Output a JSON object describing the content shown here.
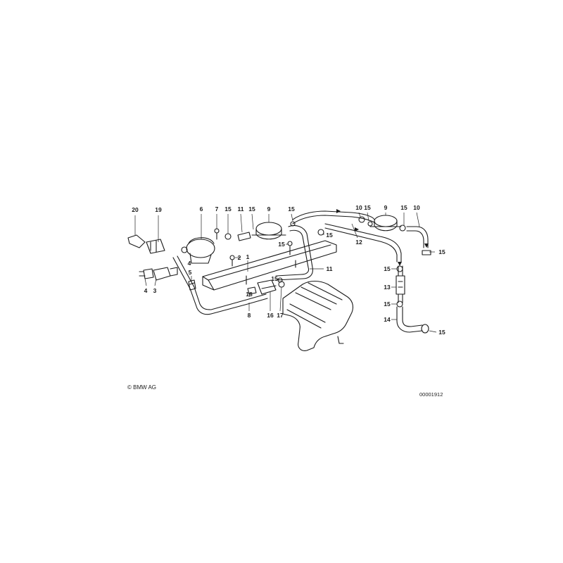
{
  "labels": {
    "p20": "20",
    "p19": "19",
    "p6": "6",
    "p7": "7",
    "p15a": "15",
    "p11a": "11",
    "p15b": "15",
    "p9a": "9",
    "p15c": "15",
    "p10a": "10",
    "p15d": "15",
    "p9b": "9",
    "p15e": "15",
    "p10b": "10",
    "p15f": "15",
    "p15g": "15",
    "p12": "12",
    "p15h": "15",
    "p2": "2",
    "p1": "1",
    "p4a": "4",
    "p5": "5",
    "p4b": "4",
    "p3": "3",
    "p15i": "15",
    "p11b": "11",
    "p18": "18",
    "p8": "8",
    "p16": "16",
    "p17": "17",
    "p15j": "15",
    "p13": "13",
    "p15k": "15",
    "p14": "14",
    "p15l": "15"
  },
  "copyright": "© BMW AG",
  "diagram_number": "00001912"
}
